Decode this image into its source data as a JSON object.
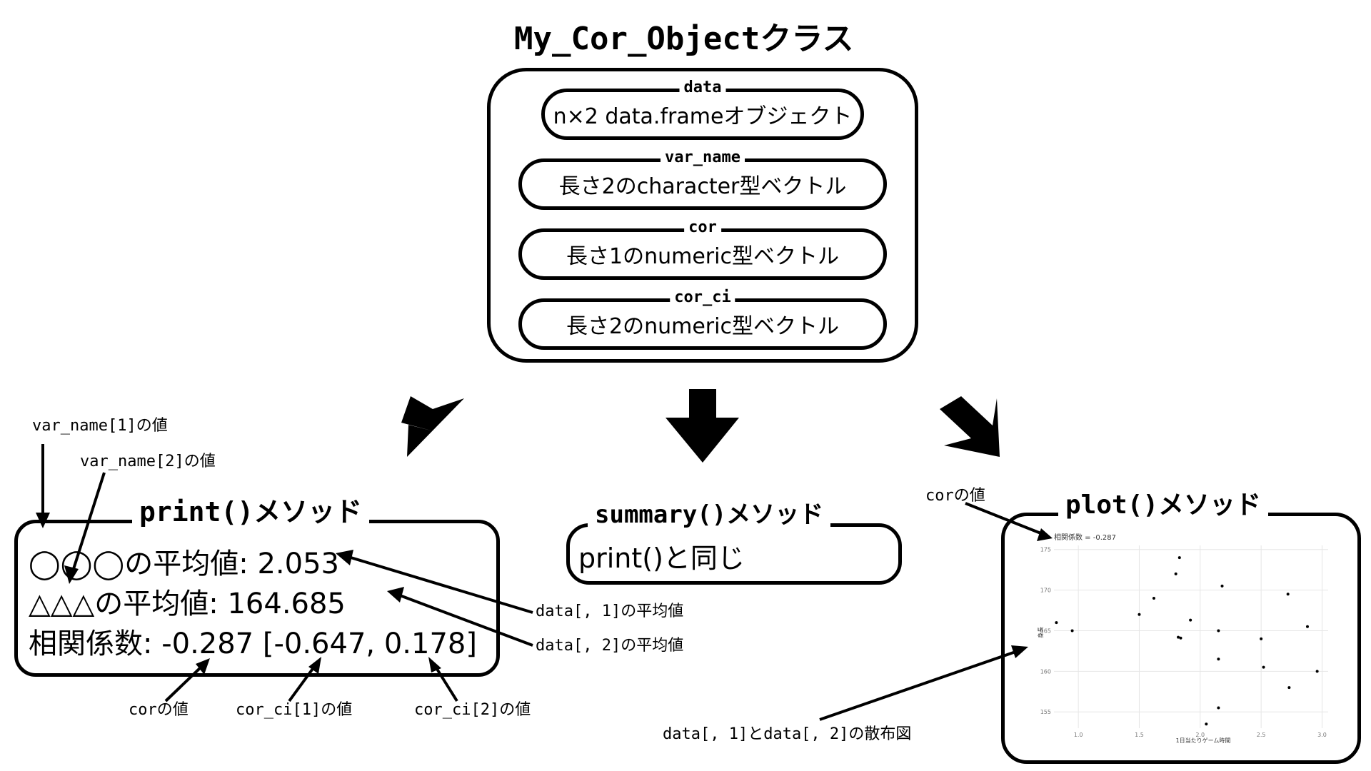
{
  "class_title": "My_Cor_Objectクラス",
  "slots": [
    {
      "name": "data",
      "desc": "n×2 data.frameオブジェクト"
    },
    {
      "name": "var_name",
      "desc": "長さ2のcharacter型ベクトル"
    },
    {
      "name": "cor",
      "desc": "長さ1のnumeric型ベクトル"
    },
    {
      "name": "cor_ci",
      "desc": "長さ2のnumeric型ベクトル"
    }
  ],
  "print_method": {
    "title": "print()メソッド",
    "lines": [
      "◯◯◯の平均値: 2.053",
      "△△△の平均値: 164.685",
      "相関係数: -0.287 [-0.647, 0.178]"
    ],
    "notes": {
      "var1": "var_name[1]の値",
      "var2": "var_name[2]の値",
      "mean1": "data[, 1]の平均値",
      "mean2": "data[, 2]の平均値",
      "cor": "corの値",
      "ci1": "cor_ci[1]の値",
      "ci2": "cor_ci[2]の値"
    }
  },
  "summary_method": {
    "title": "summary()メソッド",
    "body": "print()と同じ"
  },
  "plot_method": {
    "title": "plot()メソッド",
    "note_cor": "corの値",
    "note_scatter": "data[, 1]とdata[, 2]の散布図",
    "mini_plot": {
      "subtitle": "相関係数 = -0.287",
      "xlabel": "1日当たりゲーム時間",
      "ylabel": "身長",
      "x_ticks": [
        "1.0",
        "1.5",
        "2.0",
        "2.5",
        "3.0"
      ],
      "y_ticks": [
        "155",
        "160",
        "165",
        "170",
        "175"
      ]
    }
  },
  "chart_data": {
    "type": "scatter",
    "xlim": [
      0.8,
      3.05
    ],
    "ylim": [
      153,
      175.5
    ],
    "points": [
      [
        0.82,
        166.0
      ],
      [
        0.95,
        165.0
      ],
      [
        1.5,
        167.0
      ],
      [
        1.62,
        169.0
      ],
      [
        1.8,
        172.0
      ],
      [
        1.83,
        174.0
      ],
      [
        1.82,
        164.2
      ],
      [
        1.84,
        164.1
      ],
      [
        1.92,
        166.3
      ],
      [
        2.05,
        153.5
      ],
      [
        2.15,
        155.5
      ],
      [
        2.15,
        161.5
      ],
      [
        2.15,
        165.0
      ],
      [
        2.18,
        170.5
      ],
      [
        2.5,
        164.0
      ],
      [
        2.52,
        160.5
      ],
      [
        2.72,
        169.5
      ],
      [
        2.73,
        158.0
      ],
      [
        2.88,
        165.5
      ],
      [
        2.96,
        160.0
      ]
    ],
    "grid": true
  }
}
